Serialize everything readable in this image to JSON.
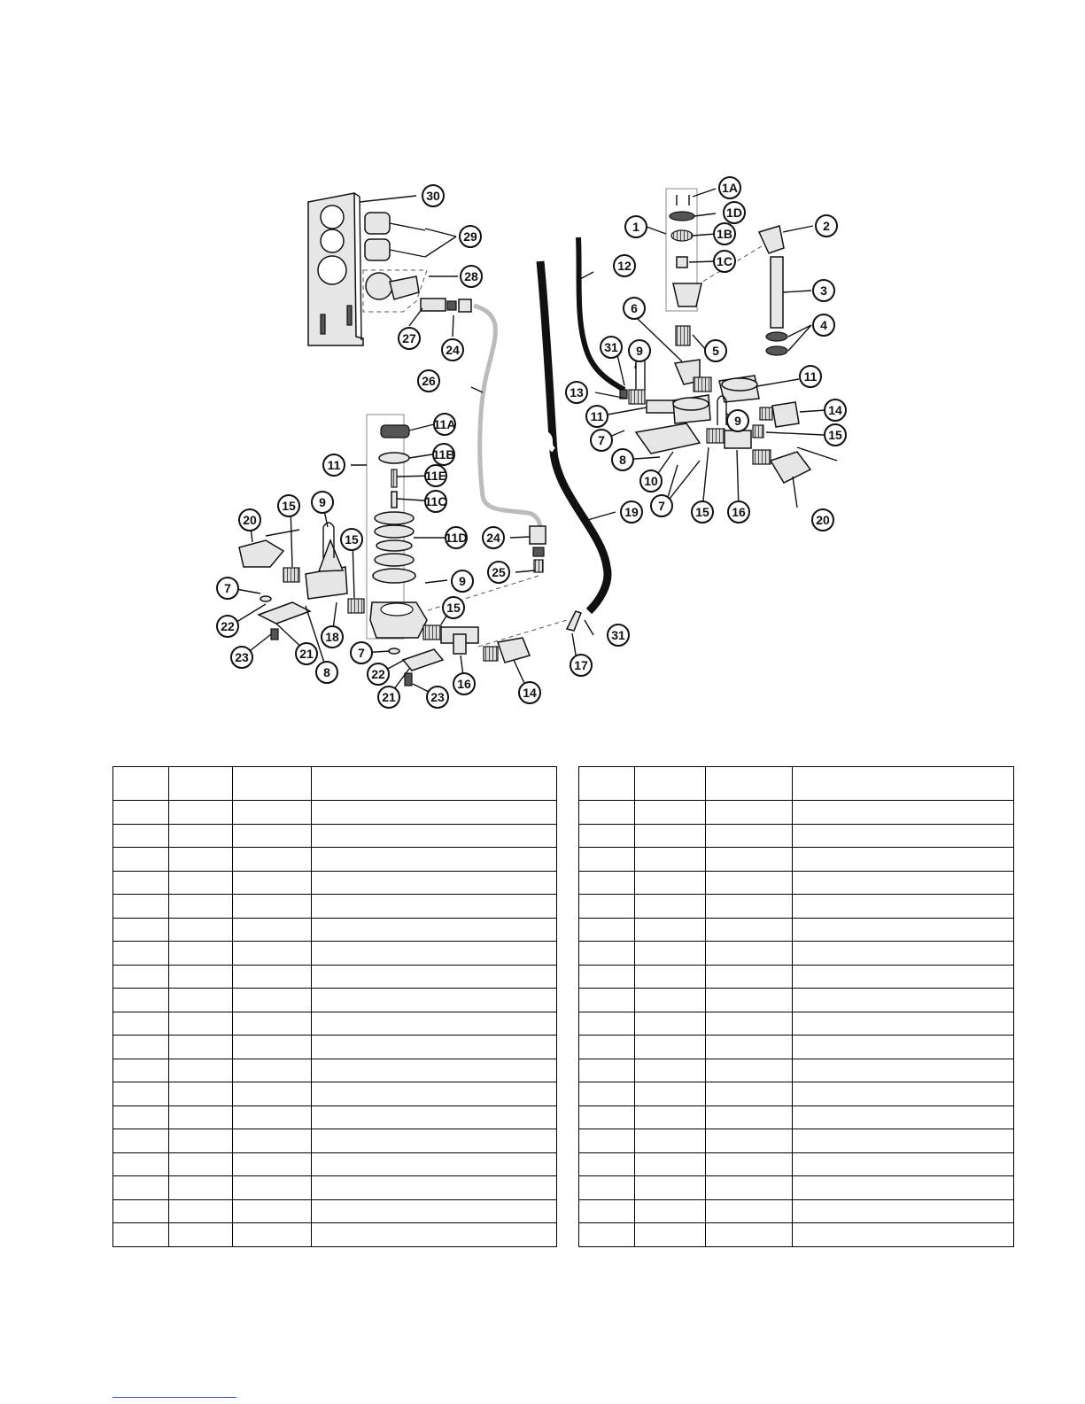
{
  "callouts": {
    "c1": "1",
    "c1A": "1A",
    "c1B": "1B",
    "c1C": "1C",
    "c1D": "1D",
    "c2": "2",
    "c3": "3",
    "c4": "4",
    "c5": "5",
    "c6": "6",
    "c7": "7",
    "c8": "8",
    "c9": "9",
    "c10": "10",
    "c11": "11",
    "c11A": "11A",
    "c11B": "11B",
    "c11C": "11C",
    "c11D": "11D",
    "c11E": "11E",
    "c12": "12",
    "c13": "13",
    "c14": "14",
    "c15": "15",
    "c16": "16",
    "c17": "17",
    "c18": "18",
    "c19": "19",
    "c20": "20",
    "c21": "21",
    "c22": "22",
    "c23": "23",
    "c24": "24",
    "c25": "25",
    "c26": "26",
    "c27": "27",
    "c28": "28",
    "c29": "29",
    "c30": "30",
    "c31": "31"
  },
  "parts_table_left": {
    "rows": 20,
    "cols": 4
  },
  "parts_table_right": {
    "rows": 20,
    "cols": 4
  }
}
